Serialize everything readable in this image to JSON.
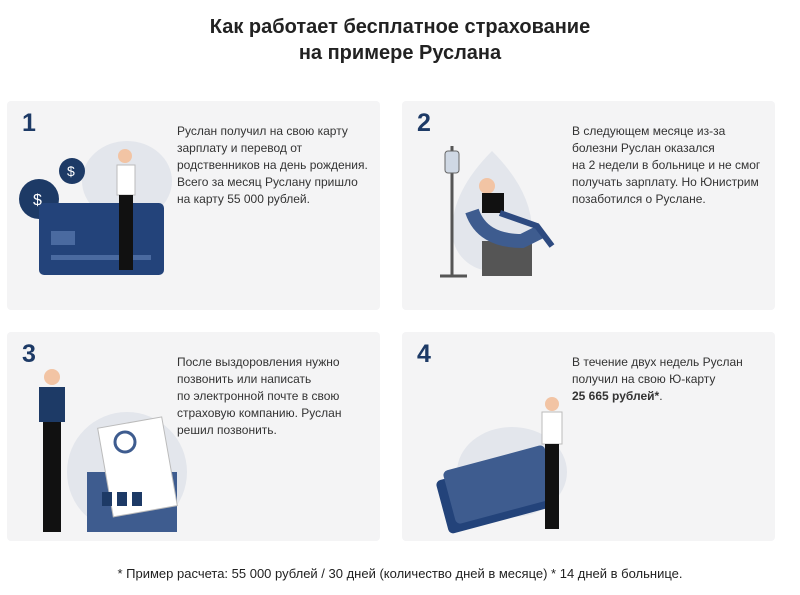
{
  "title_line1": "Как работает бесплатное страхование",
  "title_line2": "на примере Руслана",
  "steps": [
    {
      "number": "1",
      "lines": [
        "Руслан получил на свою карту",
        "зарплату и перевод от",
        "родственников на день рождения.",
        "Всего за месяц Руслану пришло",
        "на карту 55 000 рублей."
      ]
    },
    {
      "number": "2",
      "lines": [
        "В следующем месяце из-за",
        "болезни Руслан оказался",
        "на 2 недели в больнице и не смог",
        "получать зарплату. Но Юнистрим",
        "позаботился о Руслане."
      ]
    },
    {
      "number": "3",
      "lines": [
        "После выздоровления нужно",
        "позвонить или написать",
        "по электронной почте в свою",
        "страховую компанию. Руслан",
        "решил позвонить."
      ]
    },
    {
      "number": "4",
      "lines": [
        "В течение двух недель Руслан",
        "получил на свою Ю-карту"
      ],
      "bold": "25 665 рублей*",
      "after": "."
    }
  ],
  "footnote": "* Пример расчета: 55 000 рублей / 30 дней (количество дней в месяце) * 14 дней в больнице.",
  "colors": {
    "navy": "#1d3a66",
    "card": "#f4f4f5"
  }
}
